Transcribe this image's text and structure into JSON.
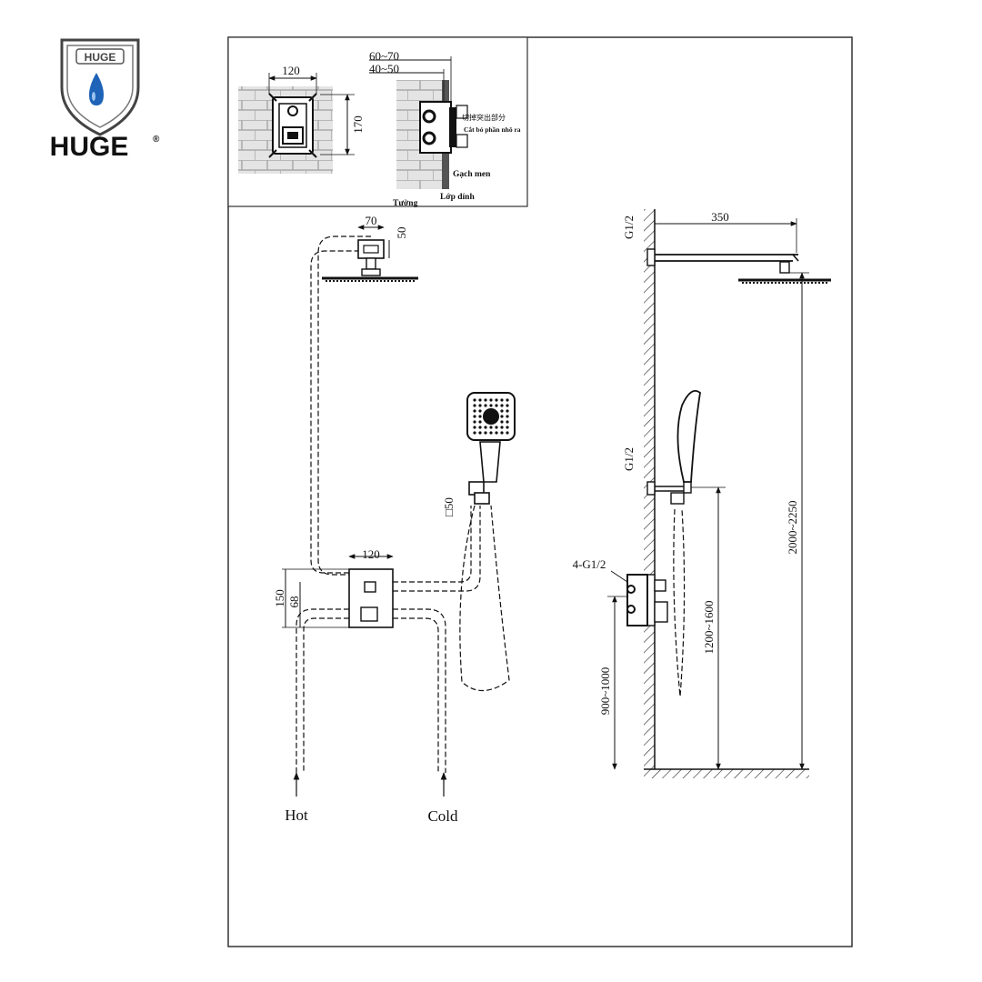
{
  "brand": {
    "name": "HUGE",
    "badge_text": "HUGE",
    "registered_mark": "®",
    "accent_color": "#1f63b8"
  },
  "install_detail": {
    "box_width": "120",
    "box_height": "170",
    "depth_outer": "60~70",
    "depth_inner": "40~50",
    "note_cn": "切掉突出部分",
    "note_vi": "Cắt bỏ phần nhô ra",
    "tile_label": "Gạch men",
    "adhesive_label": "Lớp dính",
    "wall_label": "Tường"
  },
  "front_view": {
    "head_mount_width": "70",
    "head_mount_height": "50",
    "hand_mount_size": "□50",
    "valve_width": "120",
    "valve_height": "150",
    "valve_offset": "68",
    "hot_label": "Hot",
    "cold_label": "Cold"
  },
  "side_view": {
    "arm_length": "350",
    "head_thread": "G1/2",
    "hand_thread": "G1/2",
    "valve_thread": "4-G1/2",
    "head_height": "2000~2250",
    "hand_height": "1200~1600",
    "valve_height": "900~1000"
  }
}
